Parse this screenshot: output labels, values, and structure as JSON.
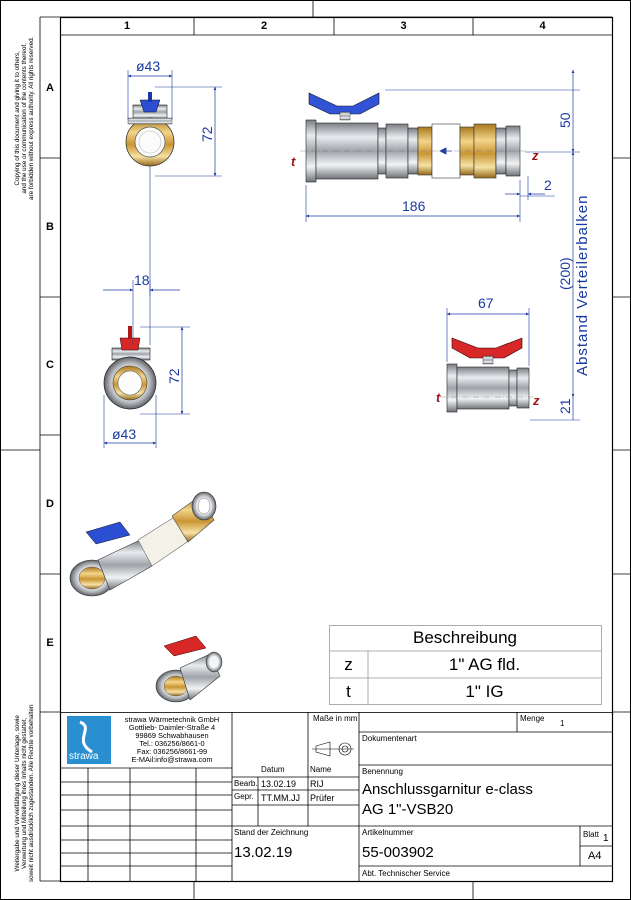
{
  "zones": {
    "columns": [
      "1",
      "2",
      "3",
      "4"
    ],
    "rows": [
      "A",
      "B",
      "C",
      "D",
      "E"
    ]
  },
  "copyright_en": [
    "Copying of this document and giving it to others,",
    "and the use or communication of the contents thereof,",
    "are forbidden without express authority. All rights reserved."
  ],
  "copyright_de": [
    "Weitergabe und Vervielfältigung dieser Unterlage, sowie",
    "Verwertung und Mitteilung ihres Inhalts nicht gestattet,",
    "soweit nicht ausdrücklich zugestanden. Alle Rechte vorbehalten"
  ],
  "dimensions": {
    "top_diameter": "ø43",
    "top_height": "72",
    "mid_width": "18",
    "mid_height": "72",
    "mid_diameter": "ø43",
    "main_length": "186",
    "main_height": "50",
    "main_offset": "2",
    "side_height": "(200)",
    "side_label": "Abstand Verteilerbalken",
    "small_width": "67",
    "small_height": "21"
  },
  "marks": {
    "t": "t",
    "z": "z"
  },
  "description": {
    "header": "Beschreibung",
    "rows": [
      {
        "key": "z",
        "value": "1\" AG fld."
      },
      {
        "key": "t",
        "value": "1\" IG"
      }
    ]
  },
  "company": {
    "logo_text": "strawa",
    "lines": [
      "strawa Wärmetechnik GmbH",
      "Gottlieb- Daimler-Straße 4",
      "99869 Schwabhausen",
      "Tel.: 036256/8661-0",
      "Fax: 036256/8661-99",
      "E-MAil:info@strawa.com"
    ]
  },
  "title_block": {
    "units_label": "Maße in mm",
    "menge_label": "Menge",
    "menge_value": "1",
    "dokumentenart_label": "Dokumentenart",
    "benennung_label": "Benennung",
    "title_line1": "Anschlussgarnitur e-class",
    "title_line2": "AG 1\"-VSB20",
    "datum_label": "Datum",
    "name_label": "Name",
    "bearb_label": "Bearb.",
    "bearb_date": "13.02.19",
    "bearb_name": "RIJ",
    "gepr_label": "Gepr.",
    "gepr_date": "TT.MM.JJ",
    "gepr_name": "Prüfer",
    "stand_label": "Stand der Zeichnung",
    "stand_value": "13.02.19",
    "artikel_label": "Artikelnummer",
    "artikel_value": "55-003902",
    "blatt_label": "Blatt",
    "blatt_value": "1",
    "format_value": "A4",
    "abt_label": "Abt. Technischer Service"
  }
}
